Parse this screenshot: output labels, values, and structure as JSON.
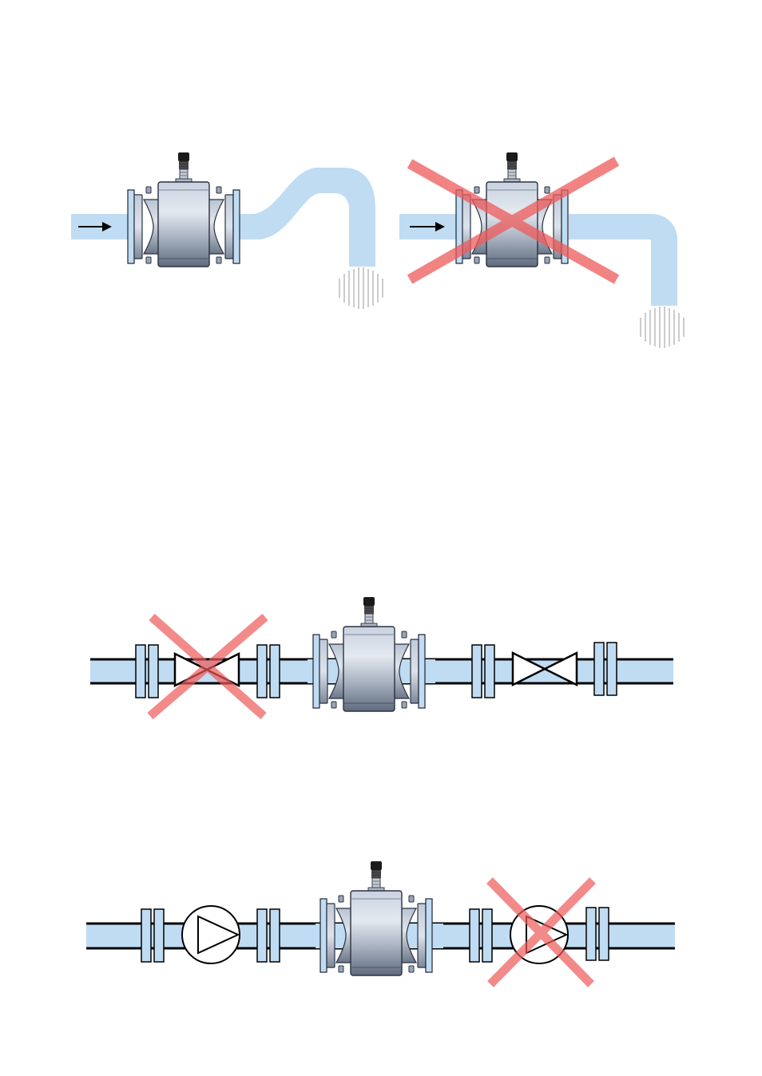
{
  "colors": {
    "pipe_fill": "#c0dcf3",
    "pipe_stroke": "#000000",
    "meter_light": "#d5dde8",
    "meter_dark": "#6e7c8f",
    "meter_edge": "#2a3140",
    "cross": "#ee5a5a",
    "connector": "#1a1a1a",
    "background": "#ffffff"
  },
  "icons": {
    "flow_direction": "arrow-right-icon",
    "incorrect_position": "red-x-icon",
    "shutoff_valve": "gate-valve-icon",
    "pump": "pump-icon"
  },
  "panels": [
    {
      "id": "drain-correct",
      "meaning": "recommended",
      "crossed": false
    },
    {
      "id": "drain-incorrect",
      "meaning": "not recommended",
      "crossed": true
    },
    {
      "id": "valve-row",
      "crossed_component": "valve-upstream",
      "allowed_component": "valve-downstream"
    },
    {
      "id": "pump-row",
      "crossed_component": "pump-downstream",
      "allowed_component": "pump-upstream"
    }
  ]
}
